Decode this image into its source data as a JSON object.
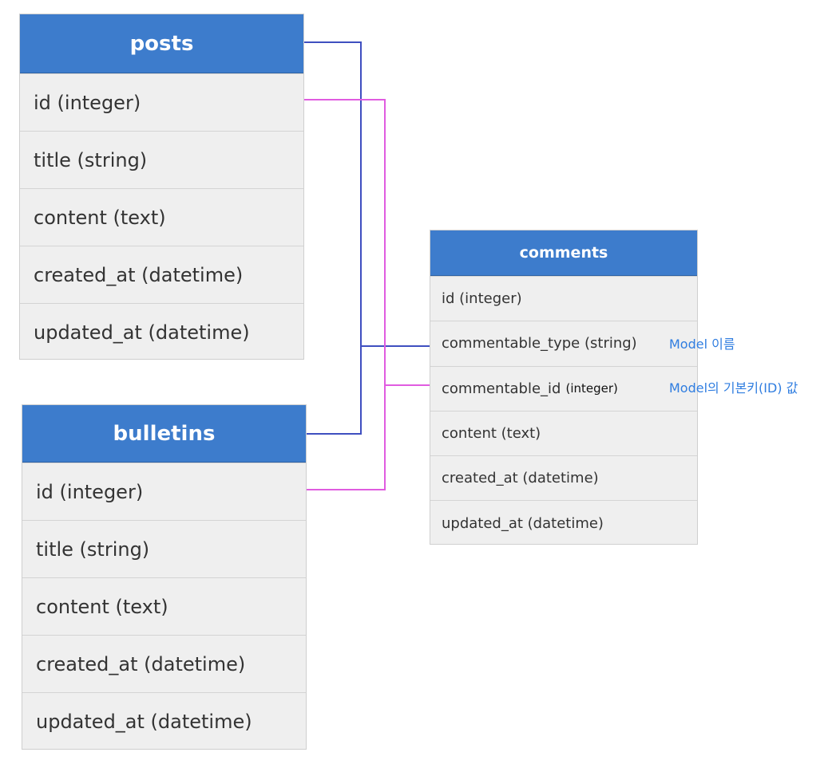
{
  "posts": {
    "title": "posts",
    "fields": [
      "id  (integer)",
      "title (string)",
      "content (text)",
      "created_at (datetime)",
      "updated_at  (datetime)"
    ]
  },
  "bulletins": {
    "title": "bulletins",
    "fields": [
      "id  (integer)",
      "title (string)",
      "content (text)",
      "created_at (datetime)",
      "updated_at  (datetime)"
    ]
  },
  "comments": {
    "title": "comments",
    "fields": [
      "id  (integer)",
      "commentable_type (string)",
      "commentable_id",
      "content (text)",
      "created_at (datetime)",
      "updated_at  (datetime)"
    ],
    "commentable_id_type": "(integer)"
  },
  "notes": {
    "commentable_type": "Model 이름",
    "commentable_id": "Model의 기본키(ID) 값"
  },
  "colors": {
    "header": "#3d7ccc",
    "type_line": "#3f4fc0",
    "id_line": "#e05ce0",
    "note": "#2f7de0"
  }
}
